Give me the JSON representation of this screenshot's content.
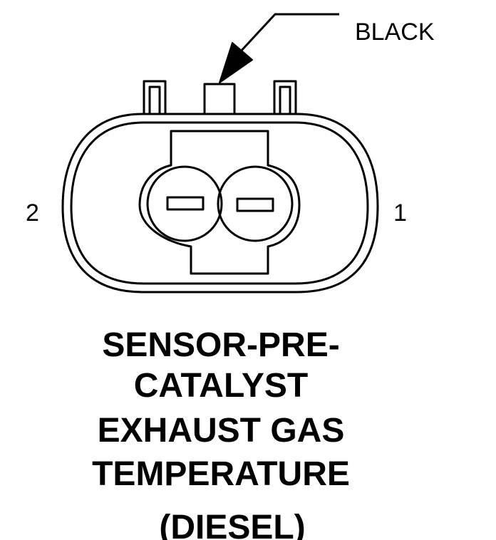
{
  "connector": {
    "wire_color_label": "BLACK",
    "pin_left_label": "2",
    "pin_right_label": "1"
  },
  "title": {
    "line1": "SENSOR-PRE-",
    "line2": "CATALYST",
    "line3": "EXHAUST GAS",
    "line4": "TEMPERATURE",
    "line5": "(DIESEL)"
  },
  "colors": {
    "line": "#000000",
    "background": "#ffffff"
  }
}
